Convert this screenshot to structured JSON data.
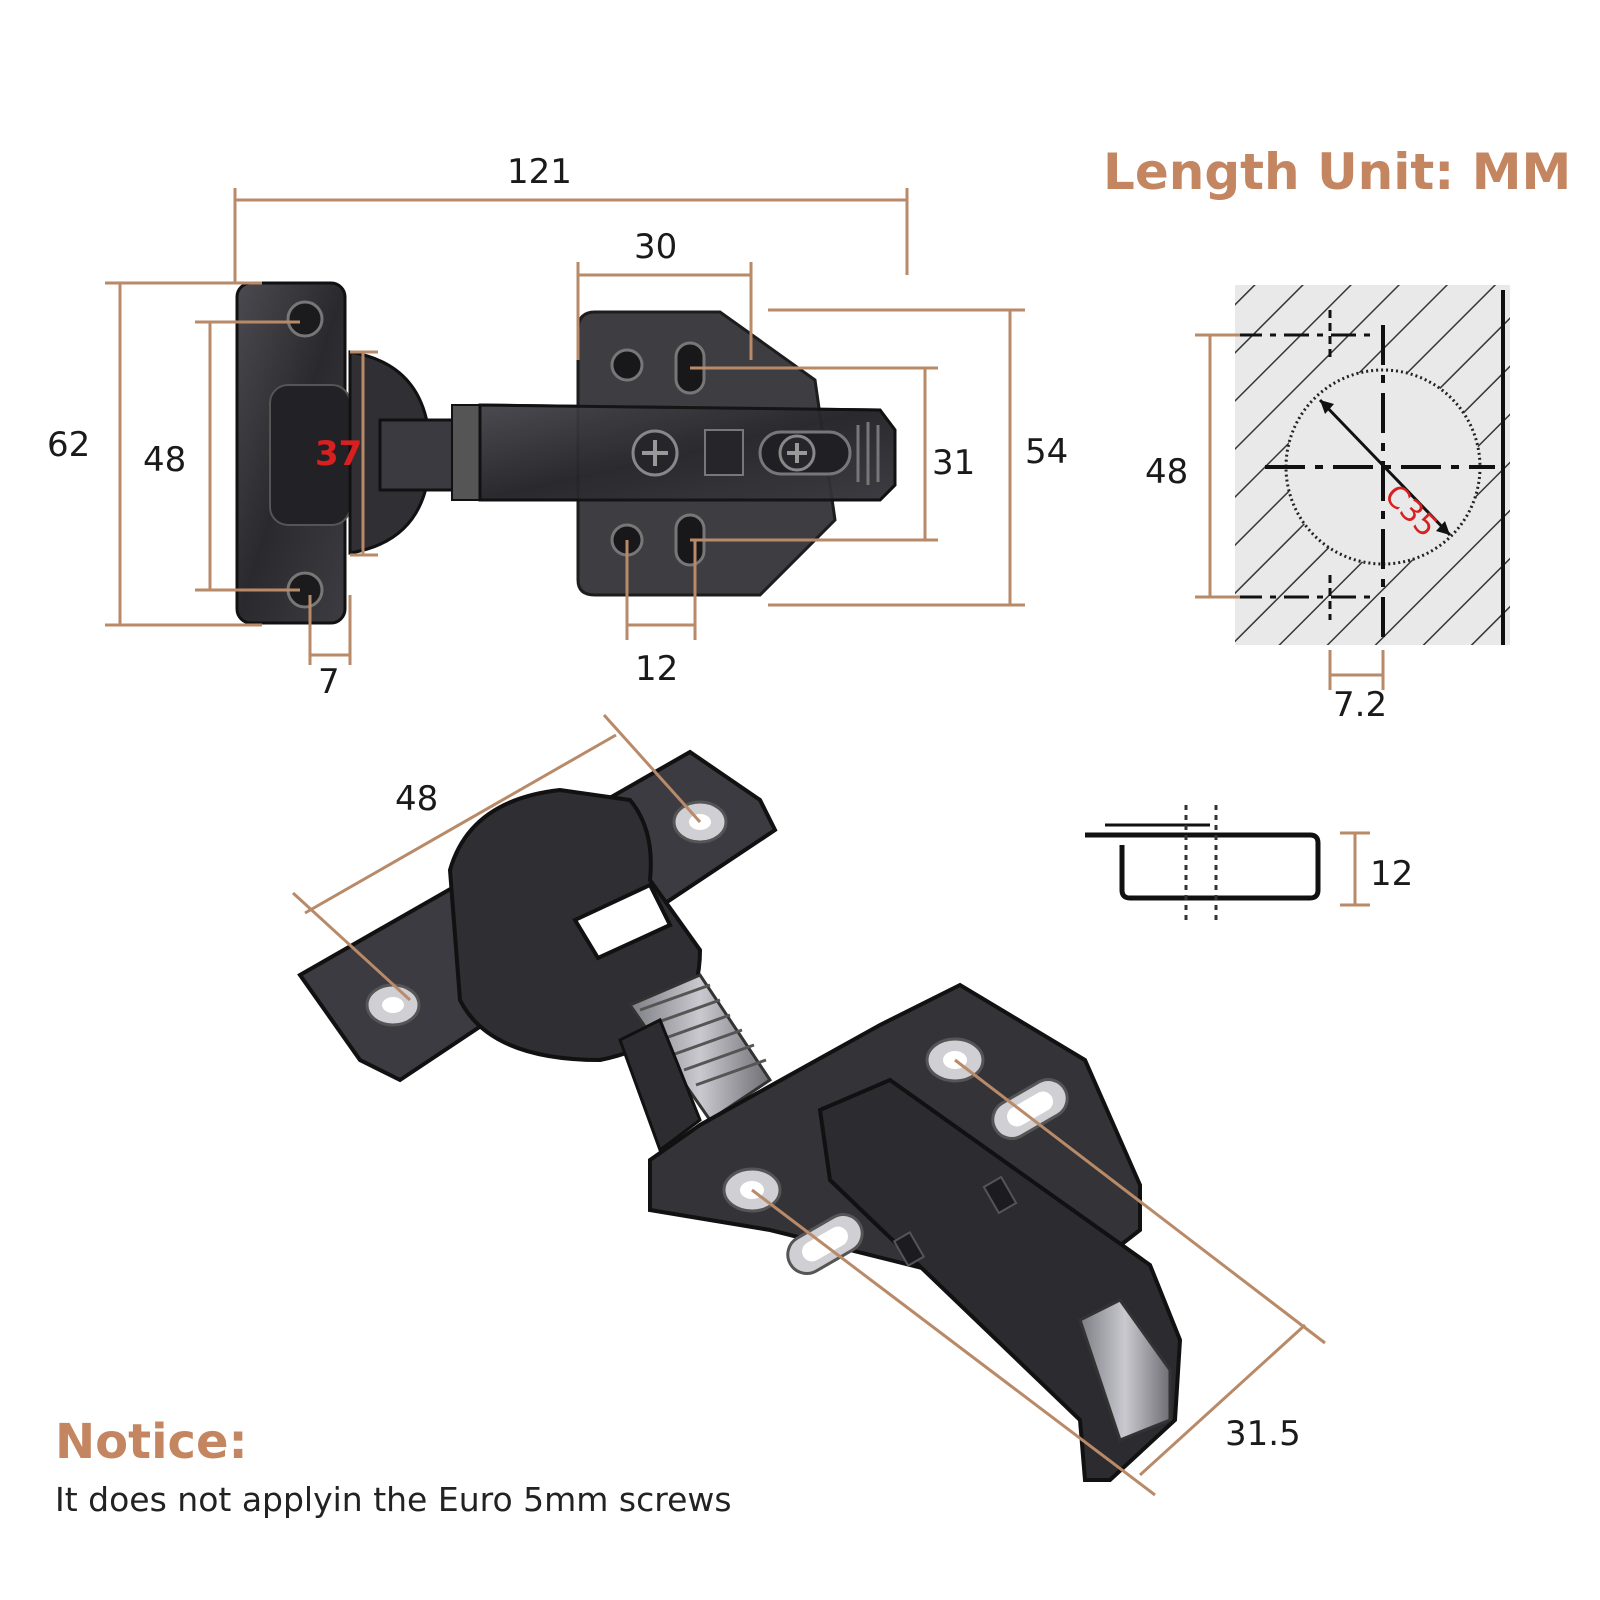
{
  "header": {
    "unit_title": "Length Unit: MM"
  },
  "notice": {
    "heading": "Notice:",
    "text": "It does not applyin the Euro 5mm screws"
  },
  "top_view": {
    "overall_length": "121",
    "plate_hole_spacing": "30",
    "side_height": "62",
    "cup_hole_spacing": "48",
    "cup_size": "37",
    "cup_offset": "7",
    "plate_spacing": "31",
    "plate_height": "54",
    "plate_slot_offset": "12"
  },
  "drill_pattern": {
    "hole_spacing": "48",
    "hole_diameter": "C35",
    "edge_offset": "7.2"
  },
  "cup_depth": {
    "depth": "12"
  },
  "angled_view": {
    "cup_hole_spacing": "48",
    "plate_width": "31.5"
  },
  "colors": {
    "accent": "#c48660",
    "dimension_line": "#b98a68",
    "metal": "#2d2d31",
    "highlight": "#d92020"
  }
}
